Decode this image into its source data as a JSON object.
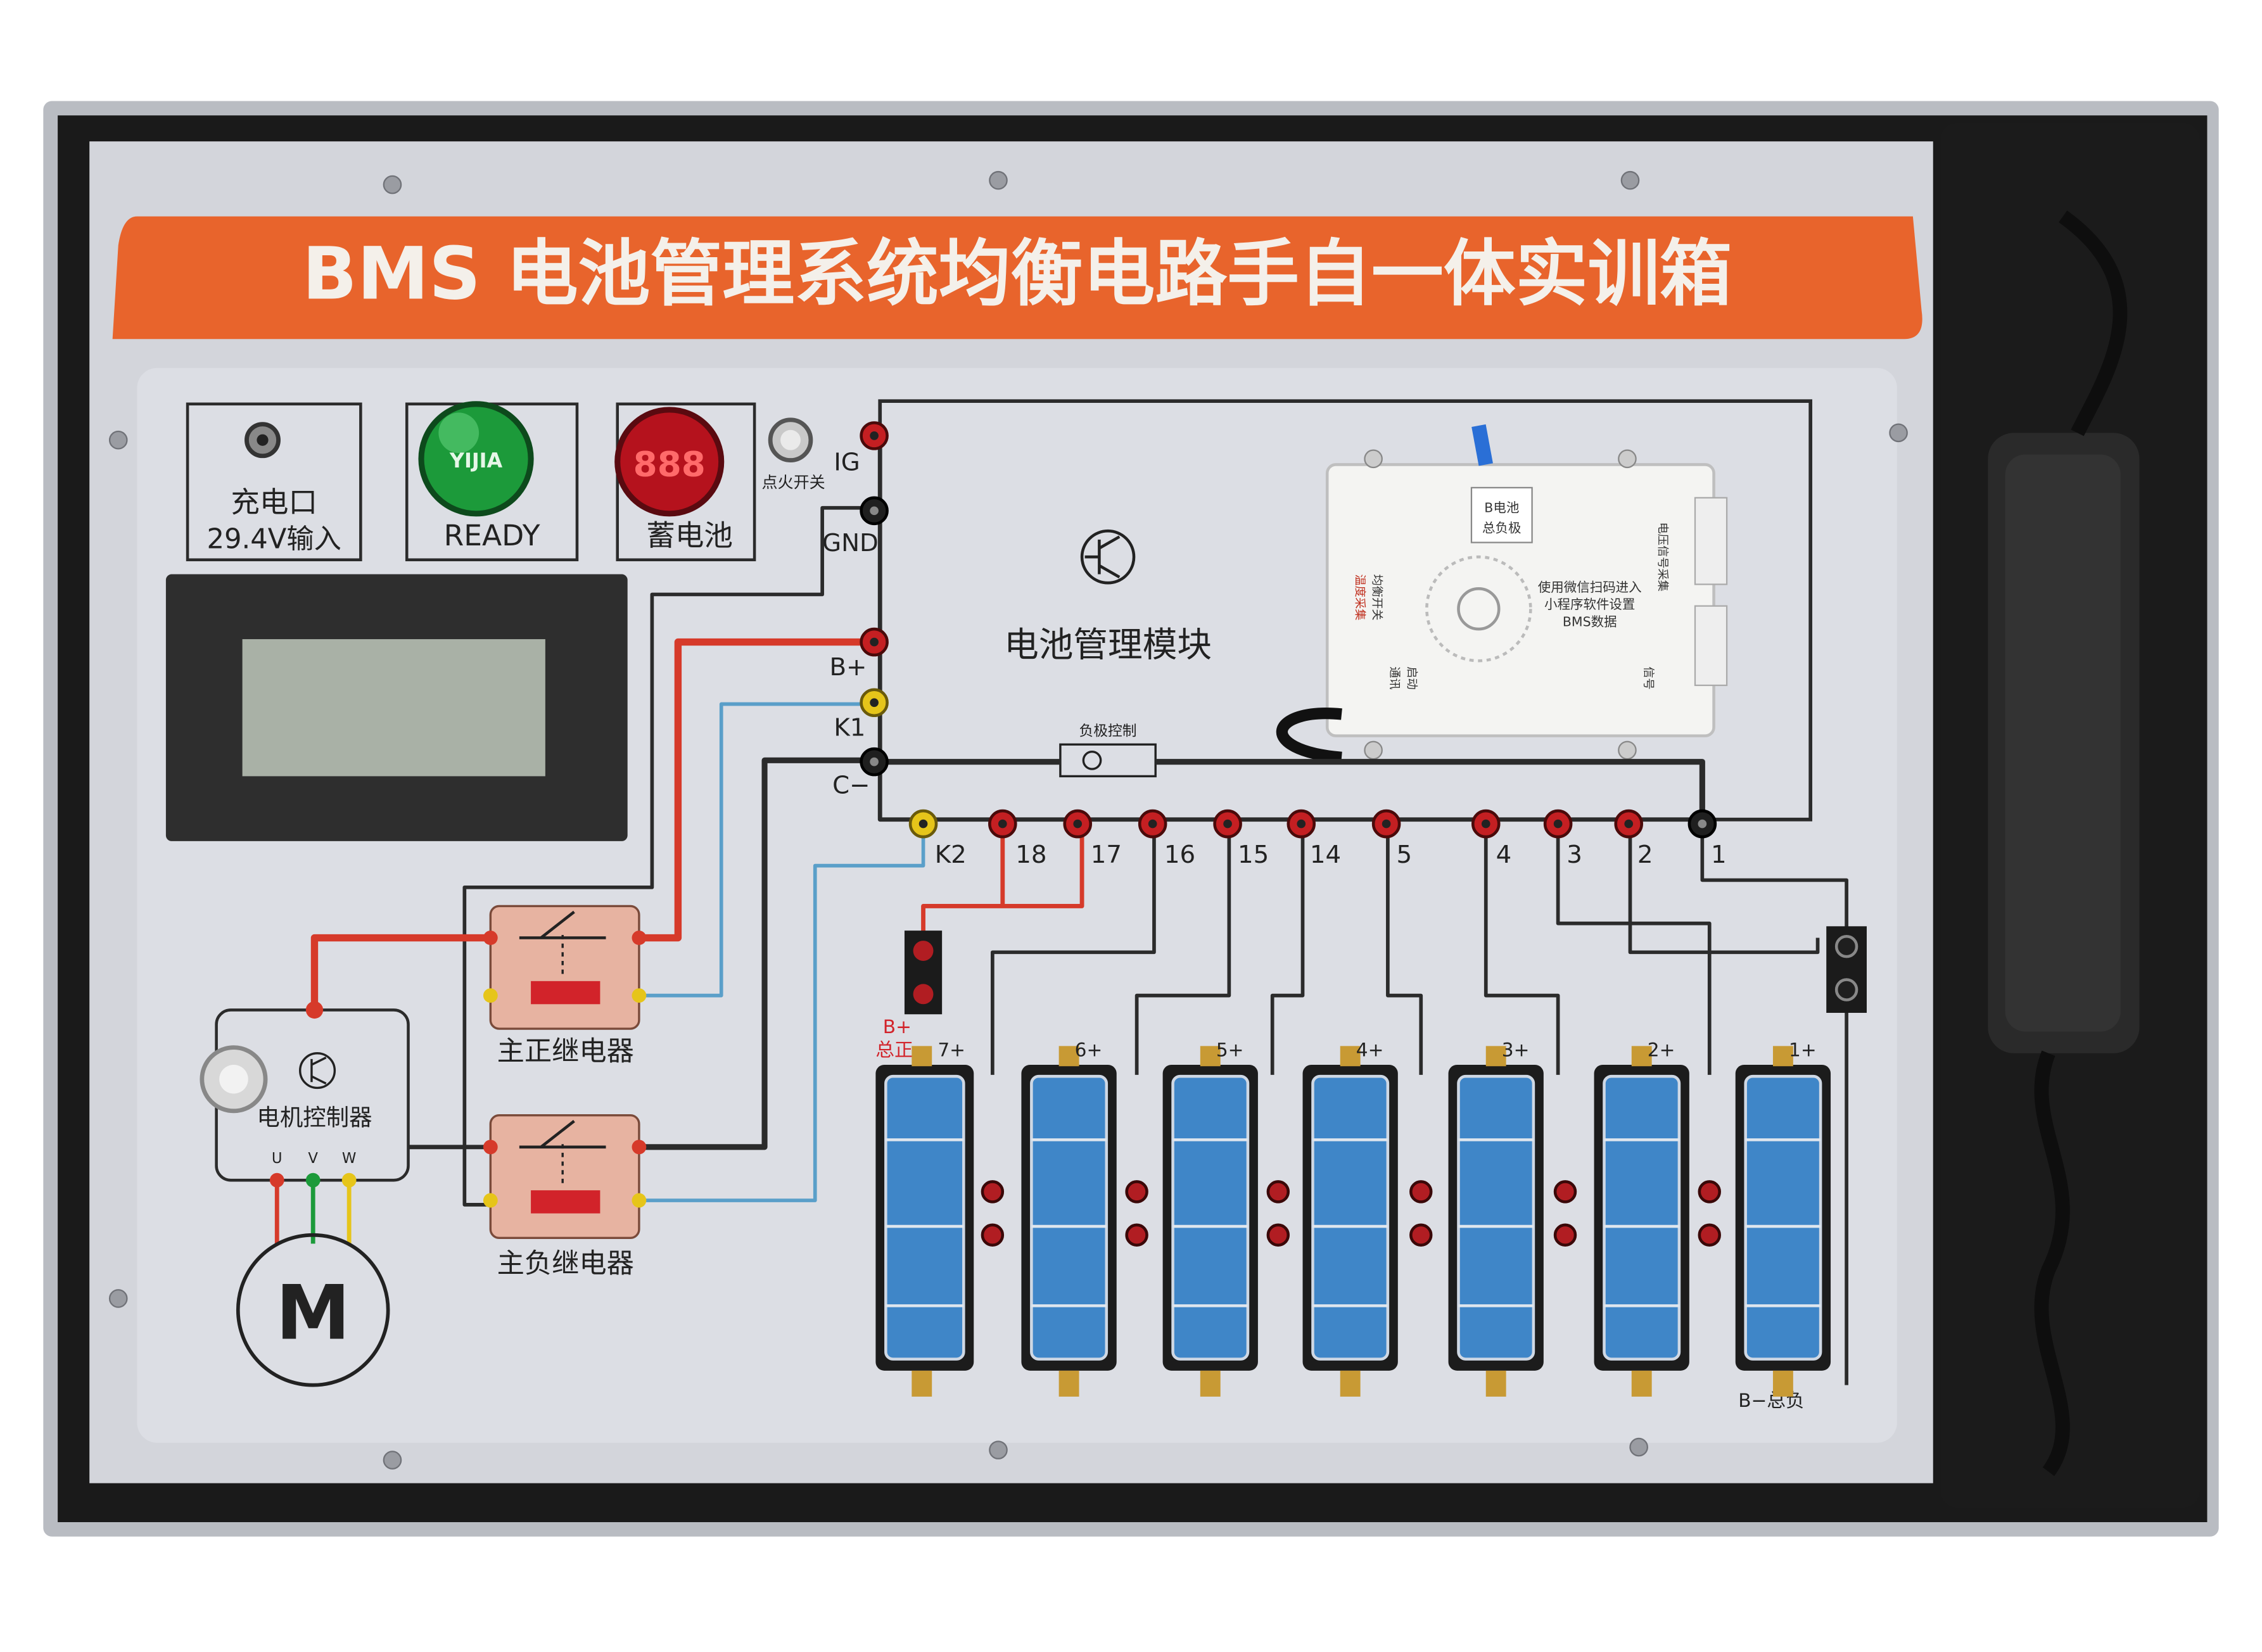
{
  "panel": {
    "title": "BMS 电池管理系统均衡电路手自一体实训箱",
    "colors": {
      "banner": "#e8642c",
      "panel": "#d6d8de",
      "wire_red": "#d63a2a",
      "wire_black": "#2b2b2b",
      "wire_blue": "#5a9fc9",
      "case": "#151515"
    }
  },
  "charge_port": {
    "label": "充电口",
    "spec": "29.4V输入"
  },
  "ready_lamp": {
    "lamp_text": "YIJIA",
    "label": "READY"
  },
  "battery_gauge": {
    "digits": "888",
    "label": "蓄电池"
  },
  "ignition": {
    "label": "点火开关"
  },
  "terminals_left": [
    "IG",
    "GND",
    "B+",
    "K1",
    "C−"
  ],
  "bms_module": {
    "label": "电池管理模块",
    "neg_control": "负极控制",
    "board_labels": [
      "B电池",
      "总负极",
      "使用微信扫码进入",
      "小程序软件设置",
      "BMS数据",
      "温度采集",
      "均衡开关",
      "电压信号采集",
      "信号",
      "通讯",
      "启动"
    ]
  },
  "bottom_terminals": [
    "K2",
    "18",
    "17",
    "16",
    "15",
    "14",
    "5",
    "4",
    "3",
    "2",
    "1"
  ],
  "relays": {
    "main_positive": "主正继电器",
    "main_negative": "主负继电器"
  },
  "motor_controller": {
    "label": "电机控制器",
    "phases": [
      "U",
      "V",
      "W"
    ]
  },
  "motor": {
    "label": "M"
  },
  "cells": {
    "b_plus_label": "B+",
    "b_plus_total": "总正",
    "cell_labels": [
      "7+",
      "6+",
      "5+",
      "4+",
      "3+",
      "2+",
      "1+"
    ],
    "b_minus_label": "B−总负"
  }
}
